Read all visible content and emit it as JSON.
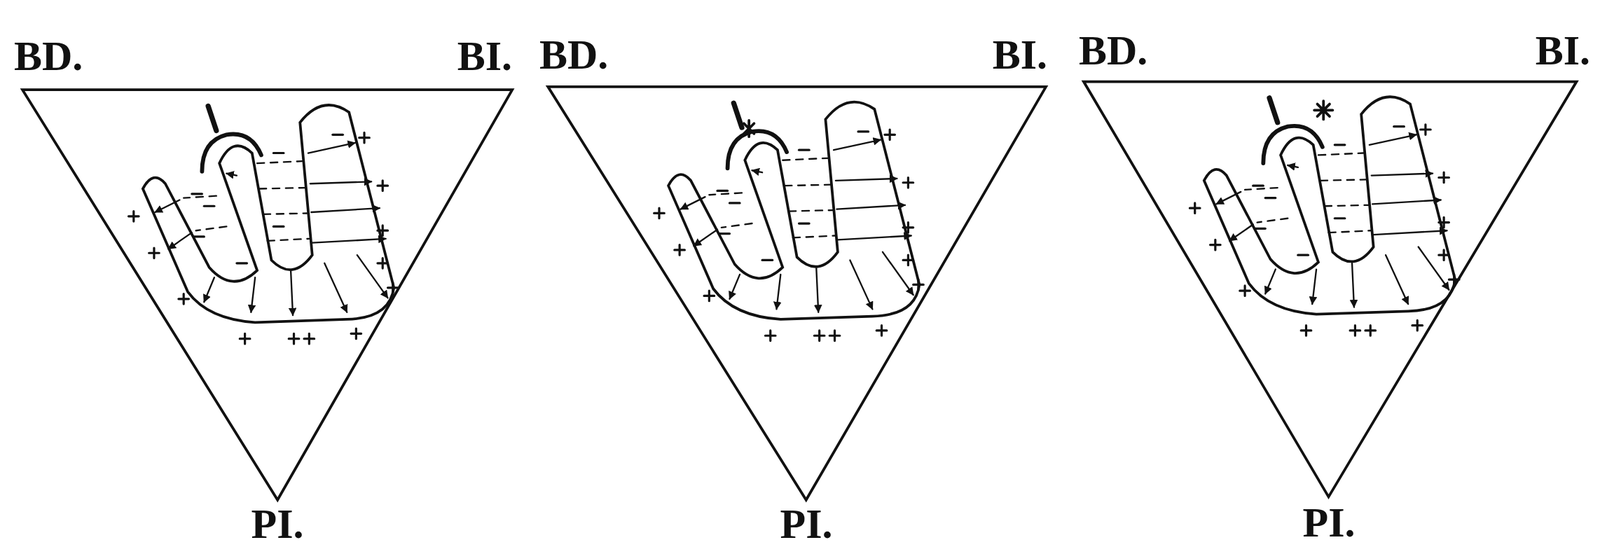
{
  "diagram": {
    "labels": [
      "BD.",
      "BI.",
      "BD.",
      "BI.",
      "BD.",
      "BI.",
      "PI.",
      "PI.",
      "PI."
    ]
  }
}
